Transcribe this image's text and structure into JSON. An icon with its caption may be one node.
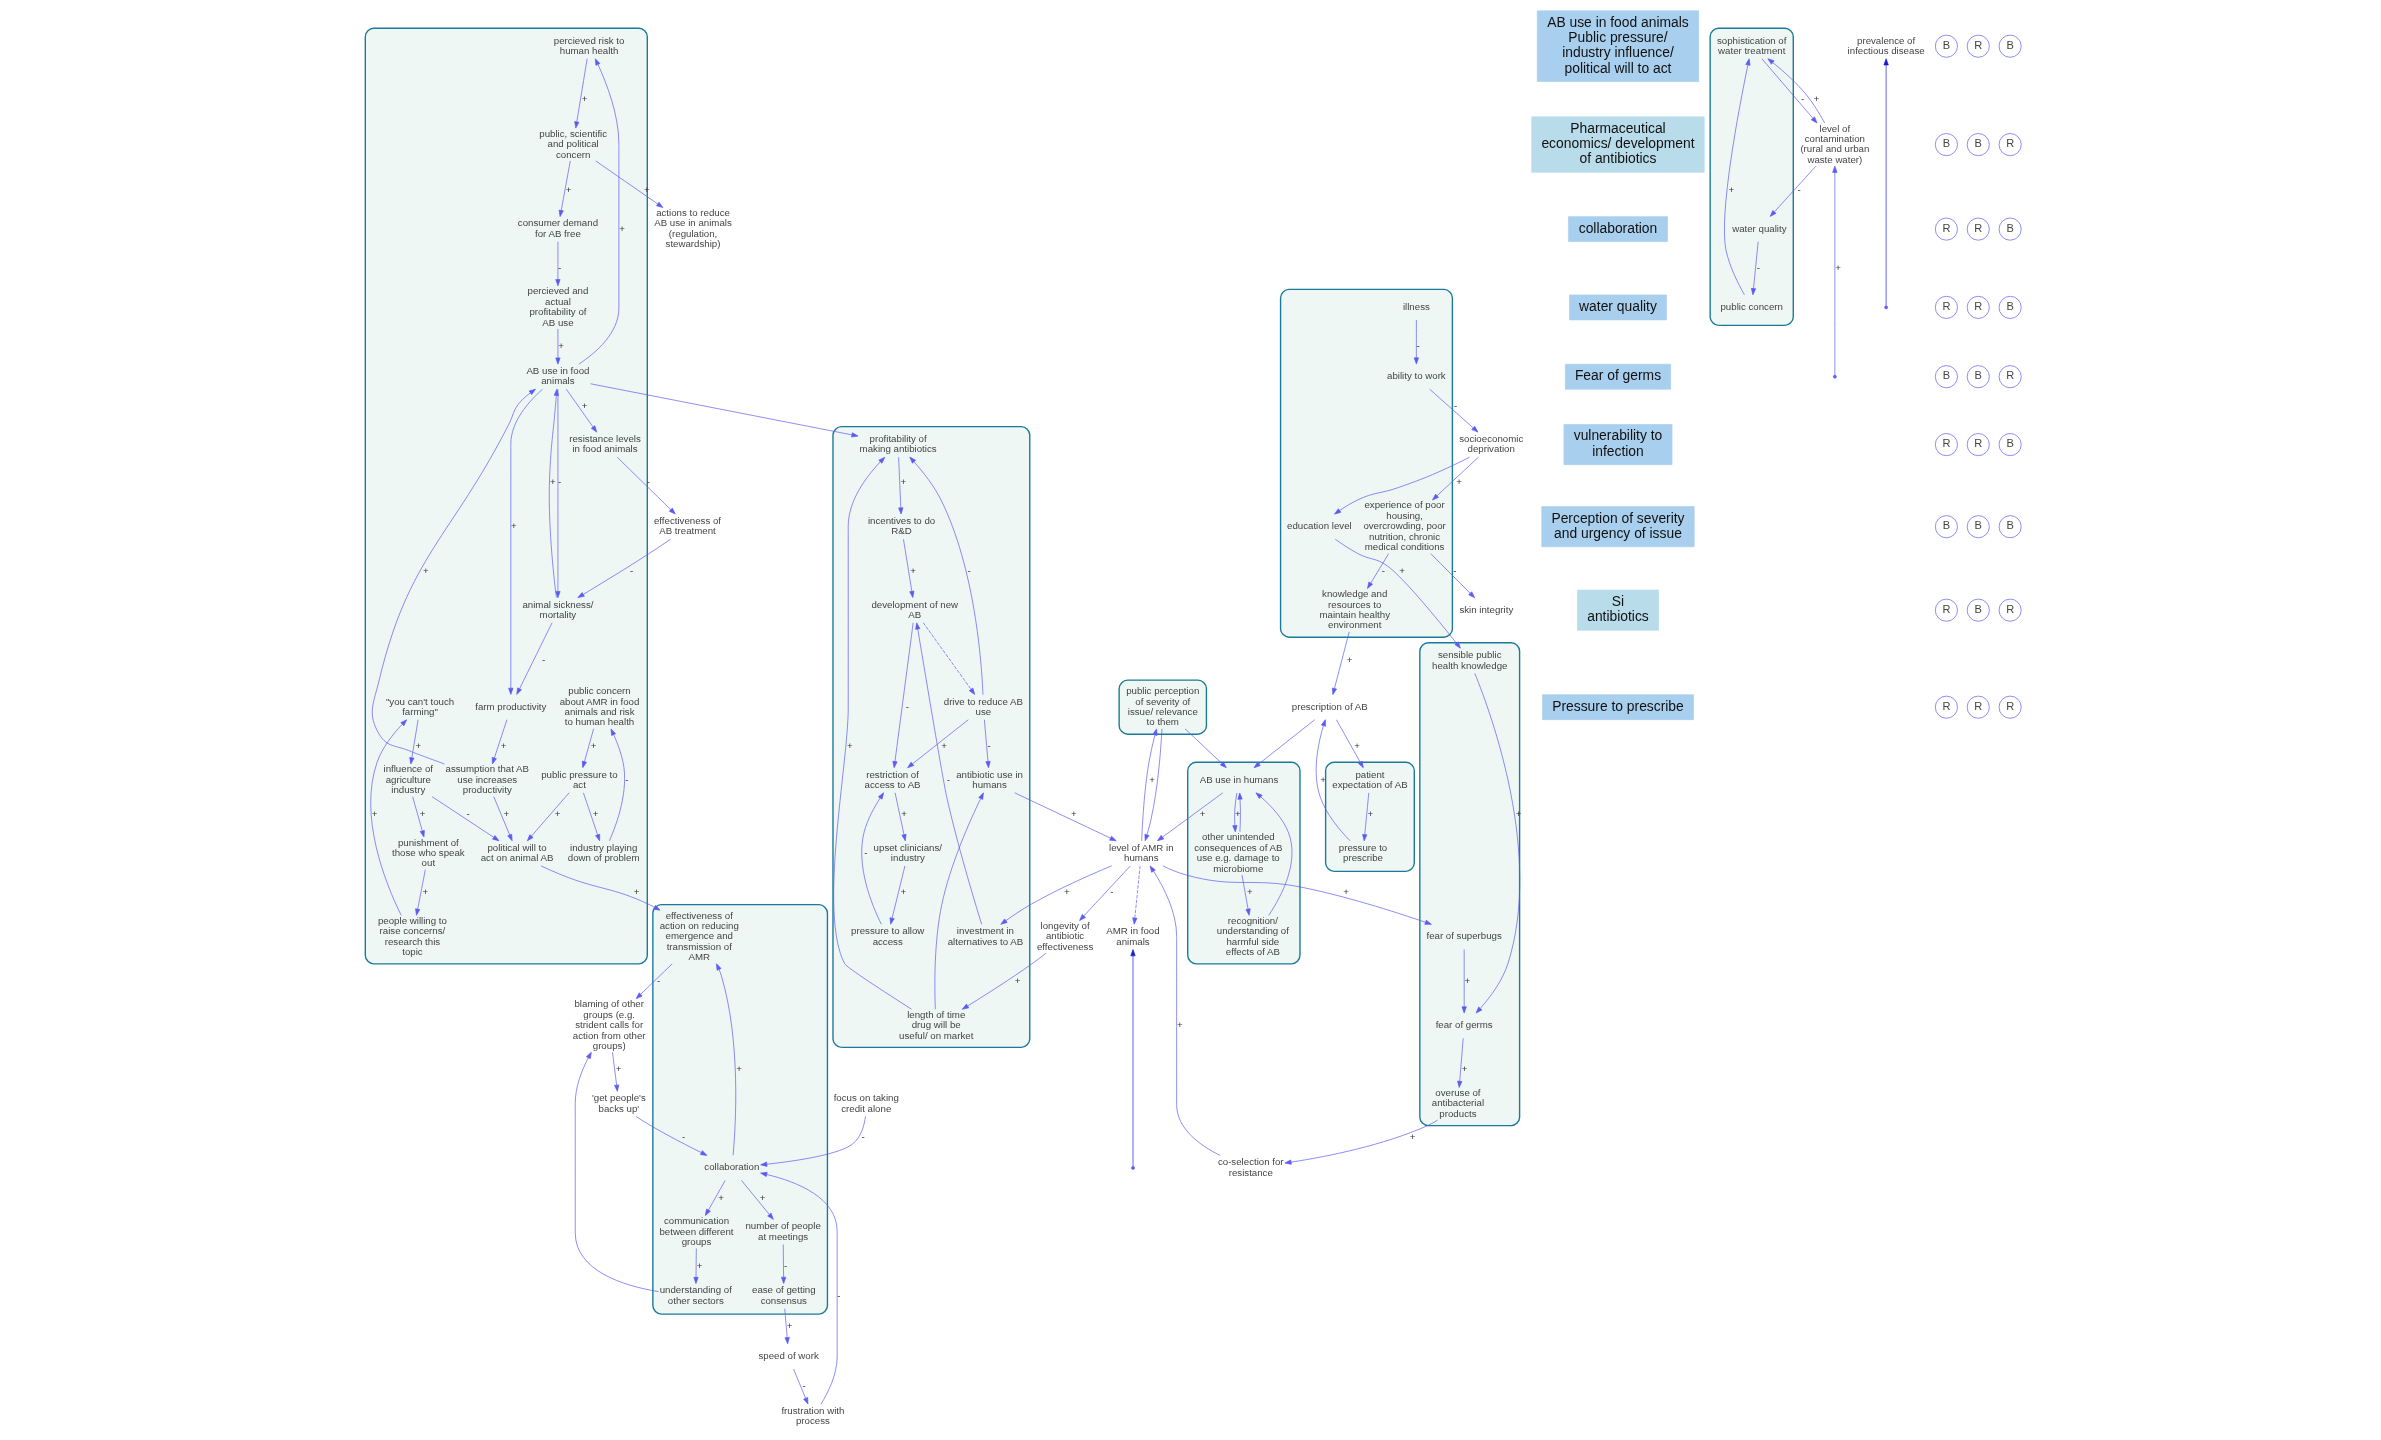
{
  "diagram": {
    "nodes": [
      {
        "text": [],
        "shape": "ellipse"
      },
      {
        "text": [
          "political will to act on animal AB"
        ],
        "in": 0
      },
      {
        "text": [
          "public concern about AMR in food animals and risk to human health"
        ],
        "in": 0
      },
      {
        "text": [
          "public pressure to act"
        ],
        "in": 0
      },
      {
        "text": [
          "\"you can't touch farming\""
        ],
        "in": 0
      },
      {
        "text": [
          "influence of agriculture industry"
        ],
        "in": 0
      },
      {
        "text": [
          "people willing to raise concerns/ research this topic"
        ],
        "in": 0
      },
      {
        "text": [
          "industry playing down of problem"
        ],
        "in": 0
      },
      {
        "text": [
          "punishment of those who speak out"
        ],
        "in": 0
      },
      {
        "text": [
          "percieved risk to human health"
        ],
        "in": 0
      },
      {
        "text": [
          "public, scientific and political concern"
        ],
        "in": 0
      },
      {
        "text": [
          "animal sickness/ mortality"
        ],
        "in": 0
      },
      {
        "text": [
          "farm productivity"
        ],
        "in": 0
      },
      {
        "text": [
          "consumer demand for AB free"
        ],
        "in": 0
      },
      {
        "text": [
          "assumption that AB use increases productivity"
        ],
        "in": 0
      },
      {
        "text": [
          "percieved and actual profitability of AB use"
        ],
        "in": 0
      },
      {
        "text": [
          "AB use in food animals"
        ],
        "in": 0
      },
      {
        "text": [
          "resistance levels in food animals"
        ],
        "in": 0
      },
      {
        "text": [
          "actions to reduce AB use in animals (regulation, stewardship)"
        ]
      },
      {
        "text": [
          "effectiveness of AB treatment"
        ]
      },
      {
        "text": [
          "focus on taking credit alone"
        ]
      },
      {
        "text": [
          "AMR in food animals"
        ]
      },
      {
        "text": [
          "AB use in food animals",
          "Public pressure/ industry influence/ political will to act"
        ]
      },
      {
        "text": [
          "Pharmaceutical economics/ development of antibiotics"
        ]
      },
      {
        "text": [],
        "shape": "ellipse"
      },
      {
        "text": [
          "effectiveness of action on reducing emergence and transmission of AMR"
        ],
        "in": 24
      },
      {
        "text": [
          "communication between different groups"
        ],
        "in": 24
      },
      {
        "text": [
          "understanding of other sectors"
        ],
        "in": 24
      },
      {
        "text": [
          "collaboration"
        ],
        "in": 24
      },
      {
        "text": [
          "number of people at meetings"
        ],
        "in": 24
      },
      {
        "text": [
          "ease of getting consensus"
        ],
        "in": 24
      },
      {
        "text": [
          "'get people's backs up'"
        ]
      },
      {
        "text": [
          "frustration with process"
        ]
      },
      {
        "text": [
          "speed of work"
        ]
      },
      {
        "text": [
          "blaming of other groups (e.g. strident calls for action from other groups)"
        ]
      },
      {
        "text": [
          "collaboration"
        ]
      },
      {
        "text": [],
        "shape": "ellipse"
      },
      {
        "text": [
          "level of contamination (rural and urban waste water)"
        ]
      },
      {
        "text": [
          "sophistication of water treatment"
        ],
        "in": 36
      },
      {
        "text": [
          "public concern"
        ],
        "in": 36
      },
      {
        "text": [
          "water quality"
        ],
        "in": 36
      },
      {
        "text": [
          "water quality"
        ]
      },
      {
        "text": [
          "Fear of germs"
        ]
      },
      {
        "text": [
          "vulnerability to infection"
        ]
      },
      {
        "text": [],
        "shape": "ellipse"
      },
      {
        "text": [
          "fear of germs"
        ],
        "in": 44
      },
      {
        "text": [
          "sensible public health knowledge"
        ],
        "in": 44
      },
      {
        "text": [
          "fear of superbugs"
        ],
        "in": 44
      },
      {
        "text": [
          "overuse of antibacterial products"
        ],
        "in": 44
      },
      {
        "text": [
          "co-selection for resistance"
        ]
      },
      {
        "text": [],
        "shape": "ellipse"
      },
      {
        "text": [
          "education level"
        ],
        "in": 50
      },
      {
        "text": [
          "socioeconomic deprivation"
        ]
      },
      {
        "text": [
          "experience of poor housing, overcrowding, poor nutrition, chronic medical conditions"
        ],
        "in": 50
      },
      {
        "text": [
          "knowledge and resources to maintain healthy environment"
        ],
        "in": 50
      },
      {
        "text": [
          "ability to work"
        ],
        "in": 50
      },
      {
        "text": [
          "illness"
        ],
        "in": 50
      },
      {
        "text": [],
        "shape": "ellipse"
      },
      {
        "text": [
          "profitability of making antibiotics"
        ],
        "in": 57
      },
      {
        "text": [
          "incentives to do R&D"
        ],
        "in": 57
      },
      {
        "text": [
          "drive to reduce AB use"
        ],
        "in": 57
      },
      {
        "text": [
          "length of time drug will be useful/ on market"
        ],
        "in": 57
      },
      {
        "text": [
          "development of new AB"
        ],
        "in": 57
      },
      {
        "text": [
          "antibiotic use in humans"
        ],
        "in": 57
      },
      {
        "text": [
          "restriction of access to AB"
        ],
        "in": 57
      },
      {
        "text": [
          "pressure to allow access"
        ],
        "in": 57
      },
      {
        "text": [
          "upset clinicians/ industry"
        ],
        "in": 57
      },
      {
        "text": [
          "investment in alternatives to AB"
        ],
        "in": 57
      },
      {
        "text": [
          "longevity of antibiotic effectiveness"
        ]
      },
      {
        "text": [],
        "shape": "ellipse"
      },
      {
        "text": [
          "level of AMR in humans"
        ]
      },
      {
        "text": [
          "public perception of severity of issue/ relevance to them"
        ],
        "in": 69
      },
      {
        "text": [
          "Perception of severity and urgency of issue"
        ]
      },
      {
        "text": [
          "Si",
          "antibiotics"
        ]
      },
      {
        "text": [
          "skin integrity"
        ]
      },
      {
        "text": [
          "Pressure to prescribe"
        ]
      },
      {
        "text": [],
        "shape": "ellipse"
      },
      {
        "text": [
          "AB use in humans"
        ],
        "in": 76
      },
      {
        "text": [
          "recognition/ understanding of harmful side effects of AB"
        ],
        "in": 76
      },
      {
        "text": [
          "other unintended consequences of AB use e.g. damage to microbiome"
        ],
        "in": 76
      },
      {
        "text": [],
        "shape": "ellipse"
      },
      {
        "text": [
          "prescription of AB"
        ]
      },
      {
        "text": [
          "pressure to prescribe"
        ],
        "in": 80
      },
      {
        "text": [
          "patient expectation of AB"
        ],
        "in": 80
      },
      {
        "text": [
          "prevalence of infectious disease"
        ]
      }
    ],
    "edges": [
      {
        "from": 3,
        "to": 7,
        "arrow": "to",
        "label": "+"
      },
      {
        "from": 7,
        "to": 2,
        "arrow": "to",
        "label": "-"
      },
      {
        "from": 2,
        "to": 3,
        "arrow": "to",
        "label": "+"
      },
      {
        "from": 3,
        "to": 1,
        "arrow": "to",
        "label": "+"
      },
      {
        "from": 5,
        "to": 1,
        "arrow": "to",
        "label": "-"
      },
      {
        "from": 4,
        "to": 5,
        "arrow": "to",
        "label": "+"
      },
      {
        "from": 5,
        "to": 8,
        "arrow": "to",
        "label": "+"
      },
      {
        "from": 8,
        "to": 6,
        "arrow": "to",
        "label": "+"
      },
      {
        "from": 6,
        "to": 4,
        "arrow": "to",
        "label": "+"
      },
      {
        "from": 9,
        "to": 10,
        "arrow": "to",
        "label": "+"
      },
      {
        "from": 10,
        "to": 13,
        "arrow": "to",
        "label": "+"
      },
      {
        "from": 10,
        "to": 18,
        "arrow": "to",
        "label": "+"
      },
      {
        "from": 13,
        "to": 15,
        "arrow": "to",
        "label": "-"
      },
      {
        "from": 15,
        "to": 16,
        "arrow": "to",
        "label": "+"
      },
      {
        "from": 16,
        "to": 9,
        "arrow": "to",
        "label": "+"
      },
      {
        "from": 16,
        "to": 11,
        "arrow": "to",
        "label": "-"
      },
      {
        "from": 11,
        "to": 16,
        "arrow": "to",
        "label": "+"
      },
      {
        "from": 11,
        "to": 12,
        "arrow": "to",
        "label": "-"
      },
      {
        "from": 19,
        "to": 11,
        "arrow": "to",
        "label": "-"
      },
      {
        "from": 16,
        "to": 12,
        "arrow": "to",
        "label": "+"
      },
      {
        "from": 12,
        "to": 14,
        "arrow": "to",
        "label": "+"
      },
      {
        "from": 14,
        "to": 16,
        "arrow": "to",
        "label": "+"
      },
      {
        "from": 14,
        "to": 1,
        "arrow": "to",
        "label": "+"
      },
      {
        "from": 16,
        "to": 17,
        "arrow": "to",
        "label": "+"
      },
      {
        "from": 17,
        "to": 19,
        "arrow": "to",
        "label": "-"
      },
      {
        "from": 70,
        "to": 21,
        "arrow": "to",
        "style": "dashed"
      },
      {
        "from": null,
        "to": 21,
        "arrow": "to",
        "color": "#1a1ad6"
      },
      {
        "from": 16,
        "to": 58,
        "arrow": "to"
      },
      {
        "from": 20,
        "to": 28,
        "arrow": "to",
        "label": "-"
      },
      {
        "from": 28,
        "to": 26,
        "arrow": "to",
        "label": "+"
      },
      {
        "from": 26,
        "to": 27,
        "arrow": "to",
        "label": "+"
      },
      {
        "from": 27,
        "to": 34,
        "arrow": "to"
      },
      {
        "from": 25,
        "to": 34,
        "arrow": "to",
        "label": "-"
      },
      {
        "from": 34,
        "to": 31,
        "arrow": "to",
        "label": "+"
      },
      {
        "from": 31,
        "to": 28,
        "arrow": "to",
        "label": "-"
      },
      {
        "from": 28,
        "to": 29,
        "arrow": "to",
        "label": "+"
      },
      {
        "from": 29,
        "to": 30,
        "arrow": "to",
        "label": "-"
      },
      {
        "from": 30,
        "to": 33,
        "arrow": "to",
        "label": "+"
      },
      {
        "from": 33,
        "to": 32,
        "arrow": "to",
        "label": "-"
      },
      {
        "from": 32,
        "to": 28,
        "arrow": "to",
        "label": "-"
      },
      {
        "from": 28,
        "to": 25,
        "arrow": "to",
        "label": "+"
      },
      {
        "from": 1,
        "to": 25,
        "arrow": "to",
        "label": "+"
      },
      {
        "from": 37,
        "to": 38,
        "arrow": "to",
        "label": "+"
      },
      {
        "from": 38,
        "to": 37,
        "arrow": "to",
        "label": "-"
      },
      {
        "from": 37,
        "to": 40,
        "arrow": "to",
        "label": "-"
      },
      {
        "from": 40,
        "to": 39,
        "arrow": "to",
        "label": "-"
      },
      {
        "from": 39,
        "to": 38,
        "arrow": "to",
        "label": "+"
      },
      {
        "from": null,
        "to": 37,
        "arrow": "to",
        "label": "+"
      },
      {
        "from": 47,
        "to": 45,
        "arrow": "to",
        "label": "+"
      },
      {
        "from": 46,
        "to": 45,
        "arrow": "to",
        "label": "+"
      },
      {
        "from": 45,
        "to": 48,
        "arrow": "to",
        "label": "+"
      },
      {
        "from": 48,
        "to": 49,
        "arrow": "to",
        "label": "+"
      },
      {
        "from": 49,
        "to": 70,
        "arrow": "to",
        "label": "+"
      },
      {
        "from": 70,
        "to": 47,
        "arrow": "to",
        "label": "+"
      },
      {
        "from": 51,
        "to": 46,
        "arrow": "to",
        "label": "+"
      },
      {
        "from": 70,
        "to": 71,
        "arrow": "to",
        "label": "+"
      },
      {
        "from": 71,
        "to": 70,
        "arrow": "to"
      },
      {
        "from": 71,
        "to": 77,
        "arrow": "to"
      },
      {
        "from": 77,
        "to": 70,
        "arrow": "to",
        "label": "+"
      },
      {
        "from": 63,
        "to": 70,
        "arrow": "to",
        "label": "+"
      },
      {
        "from": 70,
        "to": 68,
        "arrow": "to",
        "label": "-"
      },
      {
        "from": 70,
        "to": 67,
        "arrow": "to",
        "label": "+"
      },
      {
        "from": 58,
        "to": 59,
        "arrow": "to",
        "label": "+"
      },
      {
        "from": 59,
        "to": 62,
        "arrow": "to",
        "label": "+"
      },
      {
        "from": 60,
        "to": 58,
        "arrow": "to",
        "label": "-"
      },
      {
        "from": 61,
        "to": 58,
        "arrow": "to",
        "label": "+"
      },
      {
        "from": 62,
        "to": 60,
        "arrow": "to",
        "style": "dashed"
      },
      {
        "from": 62,
        "to": 64,
        "arrow": "to",
        "label": "-"
      },
      {
        "from": 60,
        "to": 64,
        "arrow": "to",
        "label": "+"
      },
      {
        "from": 60,
        "to": 63,
        "arrow": "to",
        "label": "-"
      },
      {
        "from": 64,
        "to": 66,
        "arrow": "to",
        "label": "+"
      },
      {
        "from": 66,
        "to": 65,
        "arrow": "to",
        "label": "+"
      },
      {
        "from": 65,
        "to": 64,
        "arrow": "to",
        "label": "-"
      },
      {
        "from": 67,
        "to": 62,
        "arrow": "to",
        "label": "-"
      },
      {
        "from": 68,
        "to": 61,
        "arrow": "to",
        "label": "+"
      },
      {
        "from": 61,
        "to": 63,
        "arrow": "to"
      },
      {
        "from": 77,
        "to": 79,
        "arrow": "to",
        "label": "+"
      },
      {
        "from": 79,
        "to": 77,
        "arrow": "to"
      },
      {
        "from": 78,
        "to": 77,
        "arrow": "to"
      },
      {
        "from": 79,
        "to": 78,
        "arrow": "to",
        "label": "+"
      },
      {
        "from": 81,
        "to": 77,
        "arrow": "to"
      },
      {
        "from": 53,
        "to": 74,
        "arrow": "to",
        "label": "-"
      },
      {
        "from": 52,
        "to": 51,
        "arrow": "to"
      },
      {
        "from": 52,
        "to": 53,
        "arrow": "to",
        "label": "+"
      },
      {
        "from": 53,
        "to": 54,
        "arrow": "to",
        "label": "-"
      },
      {
        "from": 56,
        "to": 55,
        "arrow": "to",
        "label": "-"
      },
      {
        "from": 55,
        "to": 52,
        "arrow": "to",
        "label": "-"
      },
      {
        "from": null,
        "to": 84,
        "arrow": "to",
        "color": "#1a1ad6"
      },
      {
        "from": 82,
        "to": 81,
        "arrow": "to",
        "label": "+"
      },
      {
        "from": 81,
        "to": 83,
        "arrow": "to",
        "label": "+"
      },
      {
        "from": 83,
        "to": 82,
        "arrow": "to",
        "label": "+"
      },
      {
        "from": 54,
        "to": 81,
        "arrow": "to",
        "label": "+"
      }
    ],
    "labels": [
      "B",
      "R",
      "B",
      "B",
      "B",
      "R",
      "R",
      "R",
      "B",
      "R",
      "R",
      "B",
      "B",
      "B",
      "R",
      "R",
      "R",
      "B",
      "B",
      "B",
      "B",
      "R",
      "B",
      "R",
      "R",
      "R",
      "R"
    ]
  }
}
